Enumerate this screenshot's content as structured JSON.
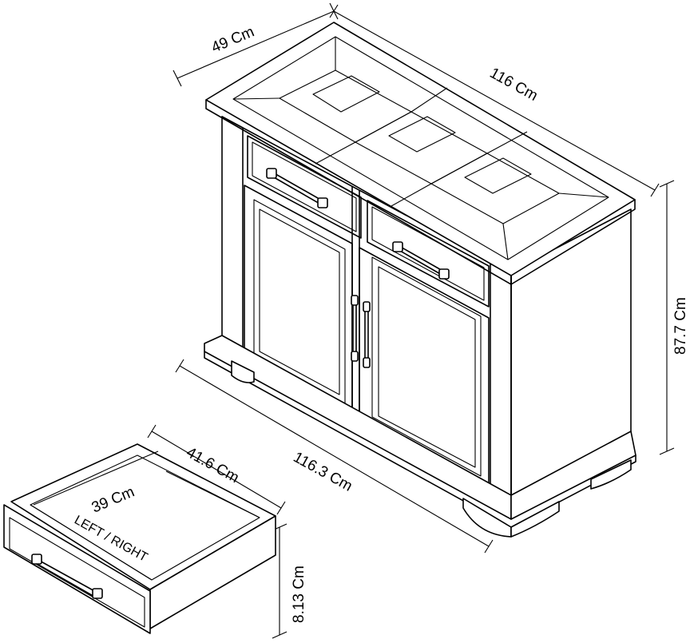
{
  "dimensions": {
    "depth": "49 Cm",
    "width_top": "116 Cm",
    "height": "87.7 Cm",
    "width_base": "116.3 Cm",
    "drawer_depth_outer": "41.6 Cm",
    "drawer_depth_inner": "39 Cm",
    "drawer_height": "8.13 Cm"
  },
  "drawer_note": "LEFT / RIGHT"
}
